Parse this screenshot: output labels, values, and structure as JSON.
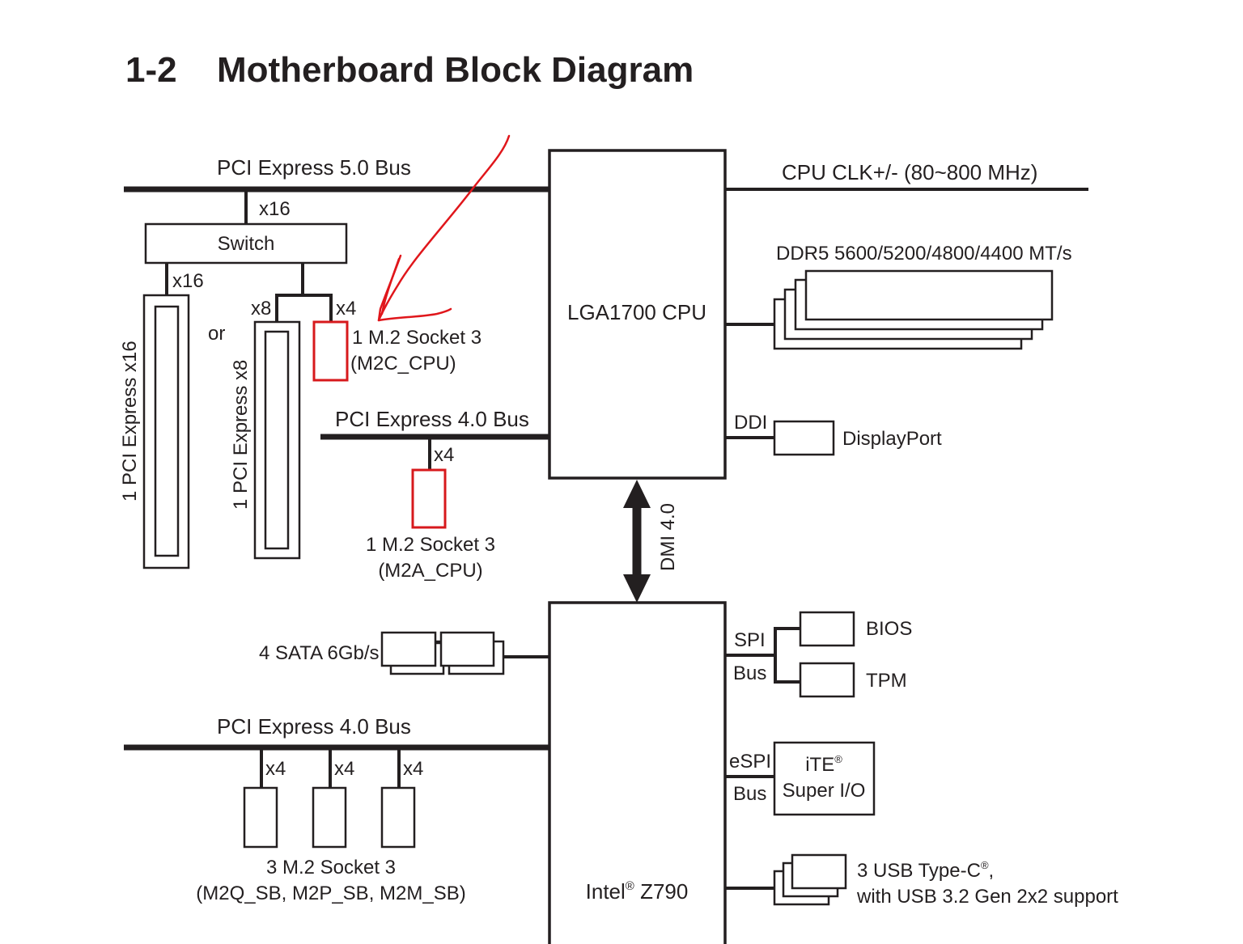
{
  "header": {
    "section_number": "1-2",
    "title": "Motherboard Block Diagram"
  },
  "cpu": {
    "label": "LGA1700 CPU",
    "clock_label": "CPU CLK+/- (80~800 MHz)",
    "memory_label": "DDR5 5600/5200/4800/4400 MT/s",
    "memory_modules": 4,
    "ddi_label": "DDI",
    "displayport_label": "DisplayPort"
  },
  "pcie5": {
    "bus_label": "PCI Express 5.0 Bus",
    "uplink_lanes": "x16",
    "switch_label": "Switch",
    "slot_x16_lanes": "x16",
    "slot_x16_label": "1 PCI Express x16",
    "or_label": "or",
    "slot_x8_lanes": "x8",
    "slot_x8_label": "1 PCI Express x8",
    "m2c_lanes": "x4",
    "m2c_label_line1": "1 M.2 Socket 3",
    "m2c_label_line2": "(M2C_CPU)"
  },
  "pcie4_cpu": {
    "bus_label": "PCI Express 4.0 Bus",
    "m2a_lanes": "x4",
    "m2a_label_line1": "1 M.2 Socket 3",
    "m2a_label_line2": "(M2A_CPU)"
  },
  "dmi": {
    "label": "DMI 4.0"
  },
  "chipset": {
    "label_prefix": "Intel",
    "label_reg": "®",
    "label_suffix": " Z790",
    "sata_label": "4 SATA 6Gb/s",
    "pcie4_bus_label": "PCI Express 4.0 Bus",
    "sb_m2_lanes": [
      "x4",
      "x4",
      "x4"
    ],
    "sb_m2_label_line1": "3 M.2 Socket 3",
    "sb_m2_label_line2": "(M2Q_SB, M2P_SB, M2M_SB)",
    "spi_label_line1": "SPI",
    "spi_label_line2": "Bus",
    "bios_label": "BIOS",
    "tpm_label": "TPM",
    "espi_label_line1": "eSPI",
    "espi_label_line2": "Bus",
    "superio_line1_prefix": "iTE",
    "superio_line1_reg": "®",
    "superio_line2": "Super I/O",
    "usb_label_line1_prefix": "3 USB Type-C",
    "usb_label_line1_reg": "®",
    "usb_label_line1_suffix": ",",
    "usb_label_line2": "with USB 3.2 Gen 2x2 support"
  },
  "colors": {
    "ink": "#231f20",
    "highlight": "#d7191c",
    "annotation": "#e0161b"
  }
}
